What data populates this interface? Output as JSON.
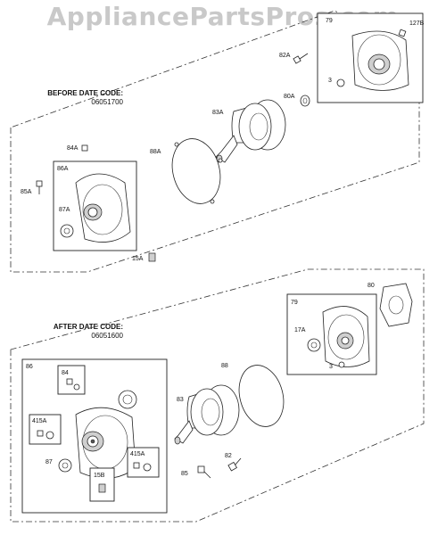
{
  "watermark": "AppliancePartsPros.com",
  "sections": {
    "before": {
      "title": "BEFORE DATE CODE:",
      "code": "06051700"
    },
    "after": {
      "title": "AFTER DATE CODE:",
      "code": "06051600"
    }
  },
  "labels": {
    "l79a": "79",
    "l127b": "127B",
    "l82a": "82A",
    "l80a": "80A",
    "l3a": "3",
    "l83a": "83A",
    "l84a": "84A",
    "l88a": "88A",
    "l86a": "86A",
    "l85a": "85A",
    "l87a": "87A",
    "l15a": "15A",
    "l80": "80",
    "l79": "79",
    "l17a": "17A",
    "l3b": "3",
    "l86": "86",
    "l84": "84",
    "l88": "88",
    "l83": "83",
    "l415a1": "415A",
    "l415a2": "415A",
    "l87": "87",
    "l15b": "15B",
    "l85": "85",
    "l82": "82"
  }
}
